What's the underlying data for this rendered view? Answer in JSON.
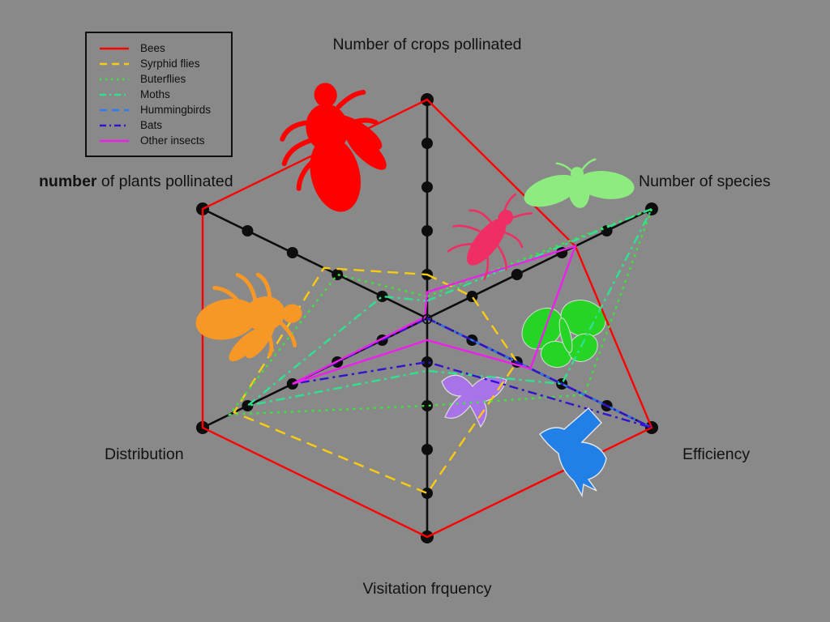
{
  "background_color": "#898989",
  "axis_color": "#0d0d0d",
  "chart_data": {
    "type": "radar",
    "rings": 5,
    "grid": "axis-dots",
    "legend_position": "top-left",
    "axes": [
      {
        "id": "crops",
        "label": "Number of crops pollinated"
      },
      {
        "id": "species",
        "label": "Number of species"
      },
      {
        "id": "efficiency",
        "label": "Efficiency"
      },
      {
        "id": "visitation",
        "label": "Visitation frquency"
      },
      {
        "id": "distribution",
        "label": "Distribution"
      },
      {
        "id": "plants",
        "label_bold": "number",
        "label_rest": " of plants pollinated"
      }
    ],
    "value_range": [
      0,
      5
    ],
    "series": [
      {
        "name": "Bees",
        "color": "#fe0000",
        "dash": "solid",
        "values": [
          5,
          3.3,
          5,
          5,
          5,
          5
        ]
      },
      {
        "name": "Syrphid flies",
        "color": "#fbcb12",
        "dash": "dashed",
        "values": [
          1,
          1,
          2,
          4,
          4.3,
          2.3
        ]
      },
      {
        "name": "Buterflies",
        "color": "#3ce53c",
        "dash": "dotted",
        "values": [
          0.5,
          5,
          3.5,
          2,
          4.4,
          2
        ]
      },
      {
        "name": "Moths",
        "color": "#2ee290",
        "dash": "dashdot",
        "values": [
          0.4,
          5,
          3,
          1.2,
          4,
          1
        ]
      },
      {
        "name": "Hummingbirds",
        "color": "#2f7bf2",
        "dash": "dashed",
        "values": [
          0,
          0,
          5,
          0,
          0,
          0
        ]
      },
      {
        "name": "Bats",
        "color": "#3312cf",
        "dash": "dashdot",
        "values": [
          0,
          0,
          5,
          1,
          3,
          0
        ]
      },
      {
        "name": "Other insects",
        "color": "#ed1fed",
        "dash": "solid",
        "values": [
          0.6,
          3.3,
          2.3,
          0.5,
          3,
          0.05
        ]
      }
    ]
  },
  "illustrations": [
    {
      "name": "red-fly",
      "color": "#fe0000"
    },
    {
      "name": "pink-insect",
      "color": "#ef2f63"
    },
    {
      "name": "green-moth",
      "color": "#8deb7f"
    },
    {
      "name": "orange-fly",
      "color": "#f79726"
    },
    {
      "name": "green-butterfly",
      "color": "#26d426"
    },
    {
      "name": "purple-moth",
      "color": "#a873e6"
    },
    {
      "name": "blue-hummingbird",
      "color": "#2080e8"
    }
  ]
}
